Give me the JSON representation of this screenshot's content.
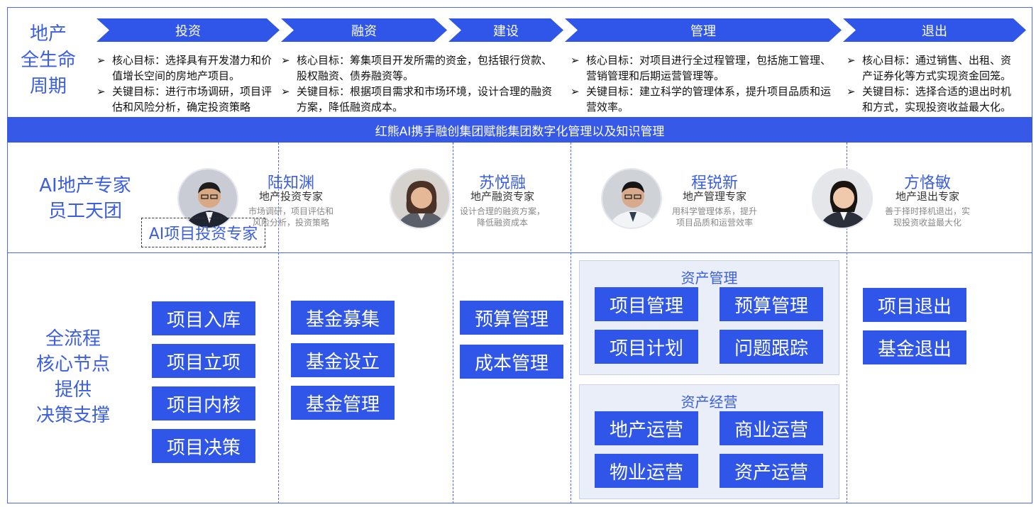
{
  "lifecycle_title": [
    "地产",
    "全生命",
    "周期"
  ],
  "stages": [
    {
      "label": "投资"
    },
    {
      "label": "融资"
    },
    {
      "label": "建设"
    },
    {
      "label": "管理"
    },
    {
      "label": "退出"
    }
  ],
  "goals": {
    "invest": {
      "core": [
        "核心目标：选择具有开发潜力和价",
        "值增长空间的房地产项目。"
      ],
      "key": [
        "关键目标：进行市场调研，项目评",
        "估和风险分析，确定投资策略"
      ]
    },
    "finance": {
      "core": [
        "核心目标：筹集项目开发所需的资金，包括银行贷款、",
        "股权融资、债券融资等。"
      ],
      "key": [
        "关键目标：根据项目需求和市场环境，设计合理的融资",
        "方案，降低融资成本。"
      ]
    },
    "manage": {
      "core": [
        "核心目标：对项目进行全过程管理，包括施工管理、",
        "营销管理和后期运营管理等。"
      ],
      "key": [
        "关键目标：建立科学的管理体系，提升项目品质和运",
        "营效率。"
      ]
    },
    "exit": {
      "core": [
        "核心目标：通过销售、出租、资",
        "产证券化等方式实现资金回笼。"
      ],
      "key": [
        "关键目标：选择合适的退出时机",
        "和方式，实现投资收益最大化。"
      ]
    }
  },
  "arrow_glyph": "➢",
  "banner": "红熊AI携手融创集团赋能集团数字化管理以及知识管理",
  "experts_label": [
    "AI地产专家",
    "员工天团"
  ],
  "experts": [
    {
      "name": "陆知渊",
      "role": "地产投资专家",
      "desc": [
        "市场调研，项目评估和",
        "风险分析，投资策略"
      ]
    },
    {
      "name": "苏悦融",
      "role": "地产融资专家",
      "desc": [
        "设计合理的融资方案，",
        "降低融资成本"
      ]
    },
    {
      "name": "程锐新",
      "role": "地产管理专家",
      "desc": [
        "用科学管理体系，提升",
        "项目品质和运营效率"
      ]
    },
    {
      "name": "方恪敏",
      "role": "地产退出专家",
      "desc": [
        "善于择时择机退出，实",
        "现投资收益最大化"
      ]
    }
  ],
  "ai_badge": "AI项目投资专家",
  "nodes_label": [
    "全流程",
    "核心节点",
    "提供",
    "决策支撑"
  ],
  "nodes": {
    "invest": [
      "项目入库",
      "项目立项",
      "项目内核",
      "项目决策"
    ],
    "finance": [
      "基金募集",
      "基金设立",
      "基金管理"
    ],
    "build": [
      "预算管理",
      "成本管理"
    ],
    "asset_management": {
      "title": "资产管理",
      "items": [
        "项目管理",
        "预算管理",
        "项目计划",
        "问题跟踪"
      ]
    },
    "asset_operation": {
      "title": "资产经营",
      "items": [
        "地产运营",
        "商业运营",
        "物业运营",
        "资产运营"
      ]
    },
    "exit": [
      "项目退出",
      "基金退出"
    ]
  },
  "colors": {
    "accent": "#2f56e8",
    "text_accent": "#3b5fe0",
    "panel": "#e9eef8"
  }
}
